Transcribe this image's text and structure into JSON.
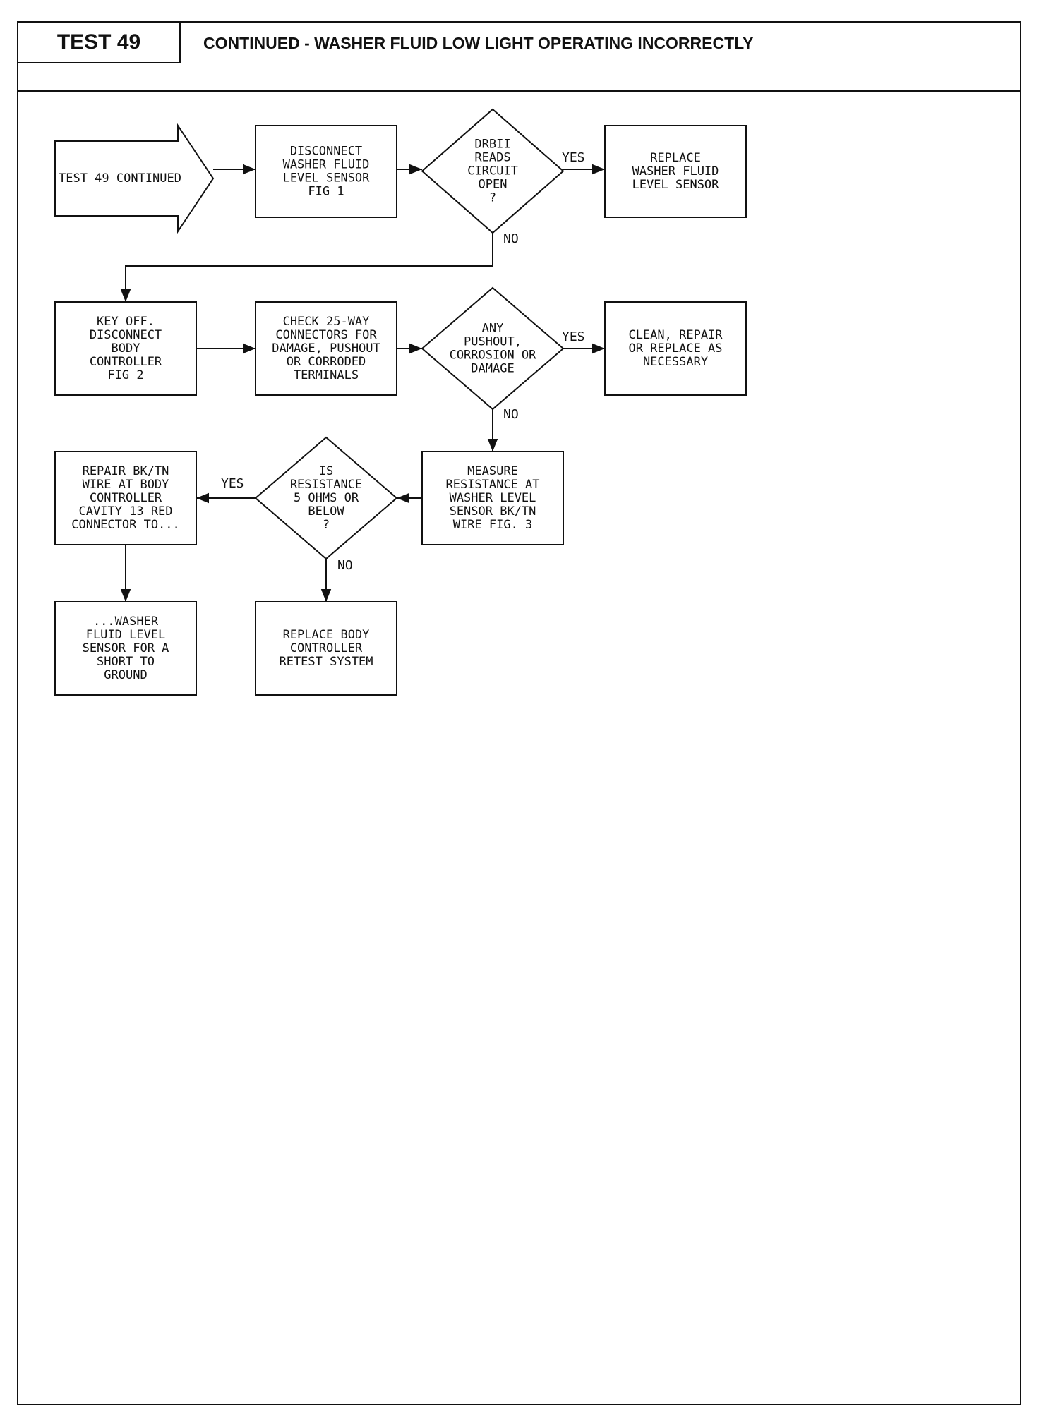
{
  "header": {
    "test_number": "TEST 49",
    "title": "CONTINUED - WASHER FLUID LOW LIGHT OPERATING INCORRECTLY"
  },
  "nodes": [
    {
      "id": "start",
      "shape": "arrow",
      "lines": [
        "TEST 49 CONTINUED"
      ]
    },
    {
      "id": "disconnect-sensor",
      "shape": "box",
      "lines": [
        "DISCONNECT",
        "WASHER FLUID",
        "LEVEL SENSOR",
        "FIG 1"
      ]
    },
    {
      "id": "drbii-open",
      "shape": "diamond",
      "lines": [
        "DRBII",
        "READS",
        "CIRCUIT",
        "OPEN",
        "?"
      ]
    },
    {
      "id": "replace-sensor",
      "shape": "box",
      "lines": [
        "REPLACE",
        "WASHER FLUID",
        "LEVEL SENSOR"
      ]
    },
    {
      "id": "key-off",
      "shape": "box",
      "lines": [
        "KEY OFF.",
        "DISCONNECT",
        "BODY",
        "CONTROLLER",
        "FIG 2"
      ]
    },
    {
      "id": "check-connectors",
      "shape": "box",
      "lines": [
        "CHECK 25-WAY",
        "CONNECTORS FOR",
        "DAMAGE, PUSHOUT",
        "OR CORRODED",
        "TERMINALS"
      ]
    },
    {
      "id": "any-pushout",
      "shape": "diamond",
      "lines": [
        "ANY",
        "PUSHOUT,",
        "CORROSION OR",
        "DAMAGE"
      ]
    },
    {
      "id": "clean-repair",
      "shape": "box",
      "lines": [
        "CLEAN, REPAIR",
        "OR REPLACE AS",
        "NECESSARY"
      ]
    },
    {
      "id": "measure-resistance",
      "shape": "box",
      "lines": [
        "MEASURE",
        "RESISTANCE AT",
        "WASHER LEVEL",
        "SENSOR BK/TN",
        "WIRE FIG. 3"
      ]
    },
    {
      "id": "is-resistance",
      "shape": "diamond",
      "lines": [
        "IS",
        "RESISTANCE",
        "5 OHMS OR",
        "BELOW",
        "?"
      ]
    },
    {
      "id": "repair-wire",
      "shape": "box",
      "lines": [
        "REPAIR BK/TN",
        "WIRE AT BODY",
        "CONTROLLER",
        "CAVITY 13 RED",
        "CONNECTOR TO..."
      ]
    },
    {
      "id": "replace-controller",
      "shape": "box",
      "lines": [
        "REPLACE BODY",
        "CONTROLLER",
        "RETEST SYSTEM"
      ]
    },
    {
      "id": "short-to-ground",
      "shape": "box",
      "lines": [
        "...WASHER",
        "FLUID LEVEL",
        "SENSOR FOR A",
        "SHORT TO",
        "GROUND"
      ]
    }
  ],
  "edges": [
    {
      "from": "start",
      "to": "disconnect-sensor",
      "label": ""
    },
    {
      "from": "disconnect-sensor",
      "to": "drbii-open",
      "label": ""
    },
    {
      "from": "drbii-open",
      "to": "replace-sensor",
      "label": "YES"
    },
    {
      "from": "drbii-open",
      "to": "key-off",
      "label": "NO"
    },
    {
      "from": "key-off",
      "to": "check-connectors",
      "label": ""
    },
    {
      "from": "check-connectors",
      "to": "any-pushout",
      "label": ""
    },
    {
      "from": "any-pushout",
      "to": "clean-repair",
      "label": "YES"
    },
    {
      "from": "any-pushout",
      "to": "measure-resistance",
      "label": "NO"
    },
    {
      "from": "measure-resistance",
      "to": "is-resistance",
      "label": ""
    },
    {
      "from": "is-resistance",
      "to": "repair-wire",
      "label": "YES"
    },
    {
      "from": "is-resistance",
      "to": "replace-controller",
      "label": "NO"
    },
    {
      "from": "repair-wire",
      "to": "short-to-ground",
      "label": ""
    }
  ]
}
